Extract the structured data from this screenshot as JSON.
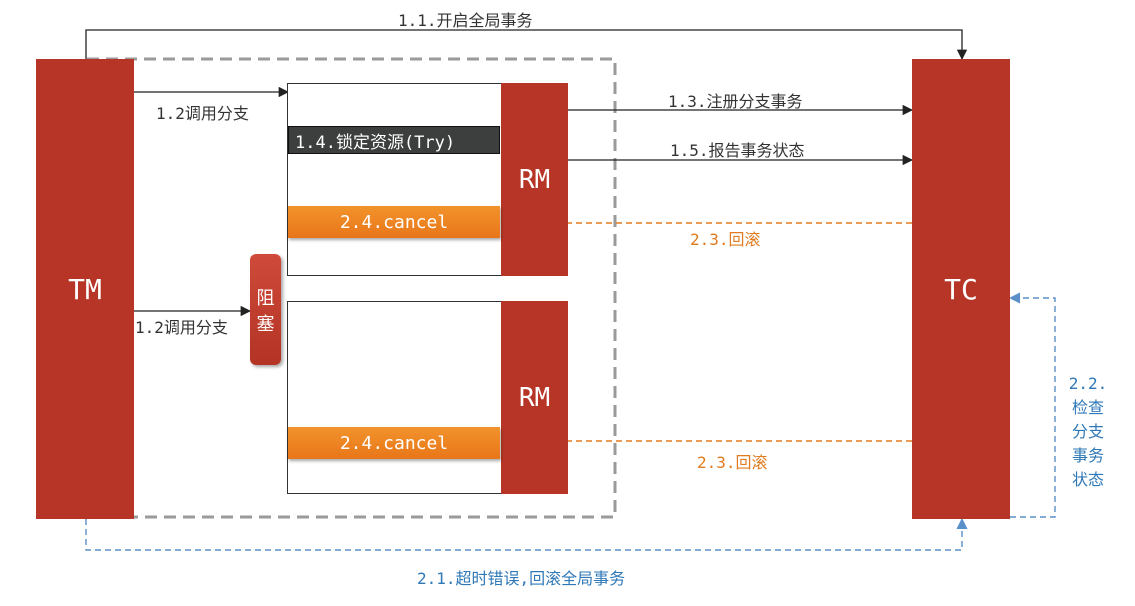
{
  "blocks": {
    "tm": "TM",
    "tc": "TC",
    "rm1": "RM",
    "rm2": "RM",
    "block_chars": [
      "阻",
      "塞"
    ]
  },
  "labels": {
    "start_global": "1.1.开启全局事务",
    "call_branch_top": "1.2调用分支",
    "call_branch_bottom": "1.2调用分支",
    "register_branch": "1.3.注册分支事务",
    "lock_resource": "1.4.锁定资源(Try)",
    "report_status": "1.5.报告事务状态",
    "cancel_top": "2.4.cancel",
    "cancel_bottom": "2.4.cancel",
    "rollback_top": "2.3.回滚",
    "rollback_bottom": "2.3.回滚",
    "timeout_rollback": "2.1.超时错误,回滚全局事务",
    "check_status": [
      "2.2.",
      "检查",
      "分支",
      "事务",
      "状态"
    ]
  },
  "colors": {
    "block_red": "#b63526",
    "cancel_orange": "#ee8424",
    "rollback_orange": "#e07b1f",
    "dashed_blue": "#5b8fc9",
    "label_blue": "#2f78b7",
    "try_dark": "#3c3f3e"
  }
}
